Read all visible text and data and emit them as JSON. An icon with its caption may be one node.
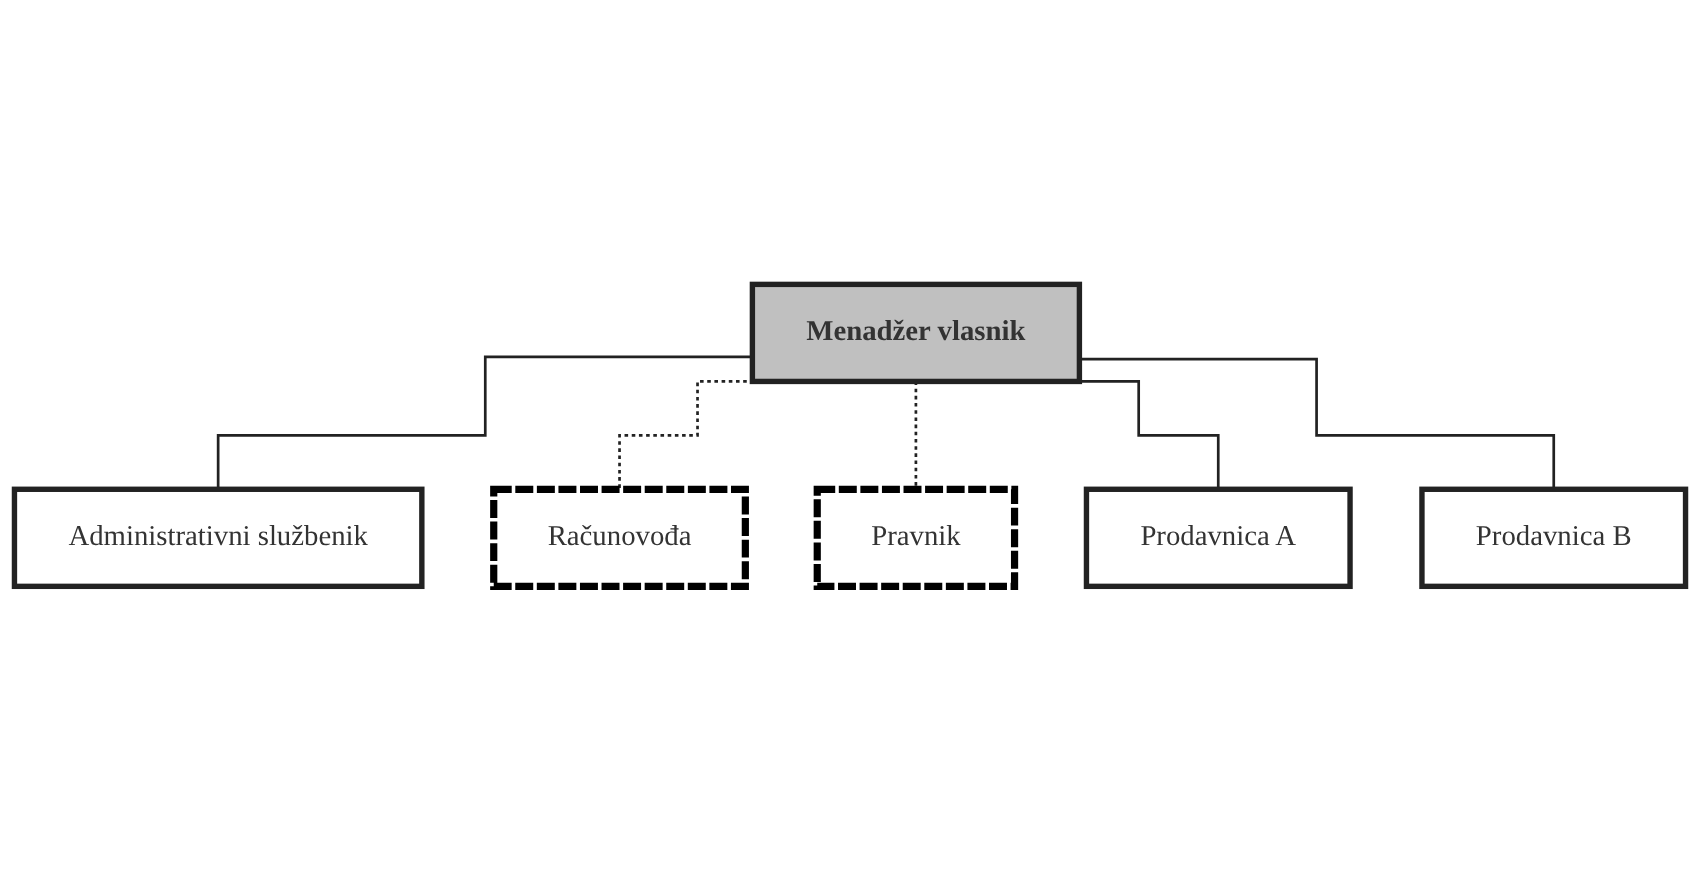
{
  "diagram": {
    "nodes": [
      {
        "text": [
          "Menadžer vlasnik"
        ]
      },
      {
        "text": [
          "Administrativni službenik"
        ]
      },
      {
        "text": [
          "Računovođa"
        ]
      },
      {
        "text": [
          "Pravnik"
        ]
      },
      {
        "text": [
          "Prodavnica A"
        ]
      },
      {
        "text": [
          "Prodavnica B"
        ]
      }
    ],
    "edges": [
      {
        "from": 0,
        "to": 1,
        "arrow": "none"
      },
      {
        "from": 0,
        "to": 2,
        "arrow": "none",
        "style": "dashed"
      },
      {
        "from": 0,
        "to": 3,
        "arrow": "none",
        "style": "dashed"
      },
      {
        "from": 0,
        "to": 4,
        "arrow": "none"
      },
      {
        "from": 0,
        "to": 5,
        "arrow": "none"
      }
    ]
  }
}
